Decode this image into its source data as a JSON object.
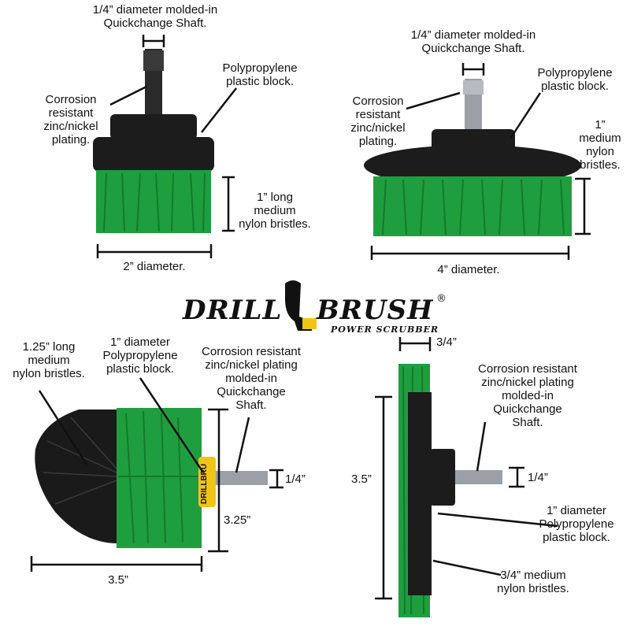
{
  "colors": {
    "bristle_green": "#1f9e3f",
    "bristle_dark": "#137a2c",
    "bristle_black": "#1a1a1a",
    "block_black": "#1c1c1c",
    "shaft_gray": "#9aa0a6",
    "label_yellow": "#f2c418"
  },
  "logo": {
    "word_left": "DRILL",
    "word_right": "BRUSH",
    "registered": "®",
    "subtitle": "POWER SCRUBBER",
    "collar_text": "DRILLBRU"
  },
  "panel_tl": {
    "shaft_dia": "1/4” diameter molded-in\nQuickchange Shaft.",
    "block": "Polypropylene\nplastic block.",
    "plating": "Corrosion\nresistant\nzinc/nickel\nplating.",
    "bristles": "1” long\nmedium\nnylon bristles.",
    "diameter": "2” diameter."
  },
  "panel_tr": {
    "shaft_dia": "1/4” diameter molded-in\nQuickchange Shaft.",
    "block": "Polypropylene\nplastic block.",
    "plating": "Corrosion\nresistant\nzinc/nickel\nplating.",
    "bristles": "1”\nmedium\nnylon\nbristles.",
    "diameter": "4” diameter."
  },
  "panel_bl": {
    "bristles": "1.25” long\nmedium\nnylon bristles.",
    "block": "1” diameter\nPolypropylene\nplastic block.",
    "plating": "Corrosion resistant\nzinc/nickel plating\nmolded-in\nQuickchange\nShaft.",
    "shaft": "1/4”",
    "height": "3.25”",
    "width": "3.5”"
  },
  "panel_br": {
    "thickness": "3/4”",
    "plating": "Corrosion resistant\nzinc/nickel plating\nmolded-in\nQuickchange\nShaft.",
    "height": "3.5”",
    "shaft": "1/4”",
    "block": "1” diameter\nPolypropylene\nplastic block.",
    "bristles": "3/4” medium\nnylon bristles."
  }
}
